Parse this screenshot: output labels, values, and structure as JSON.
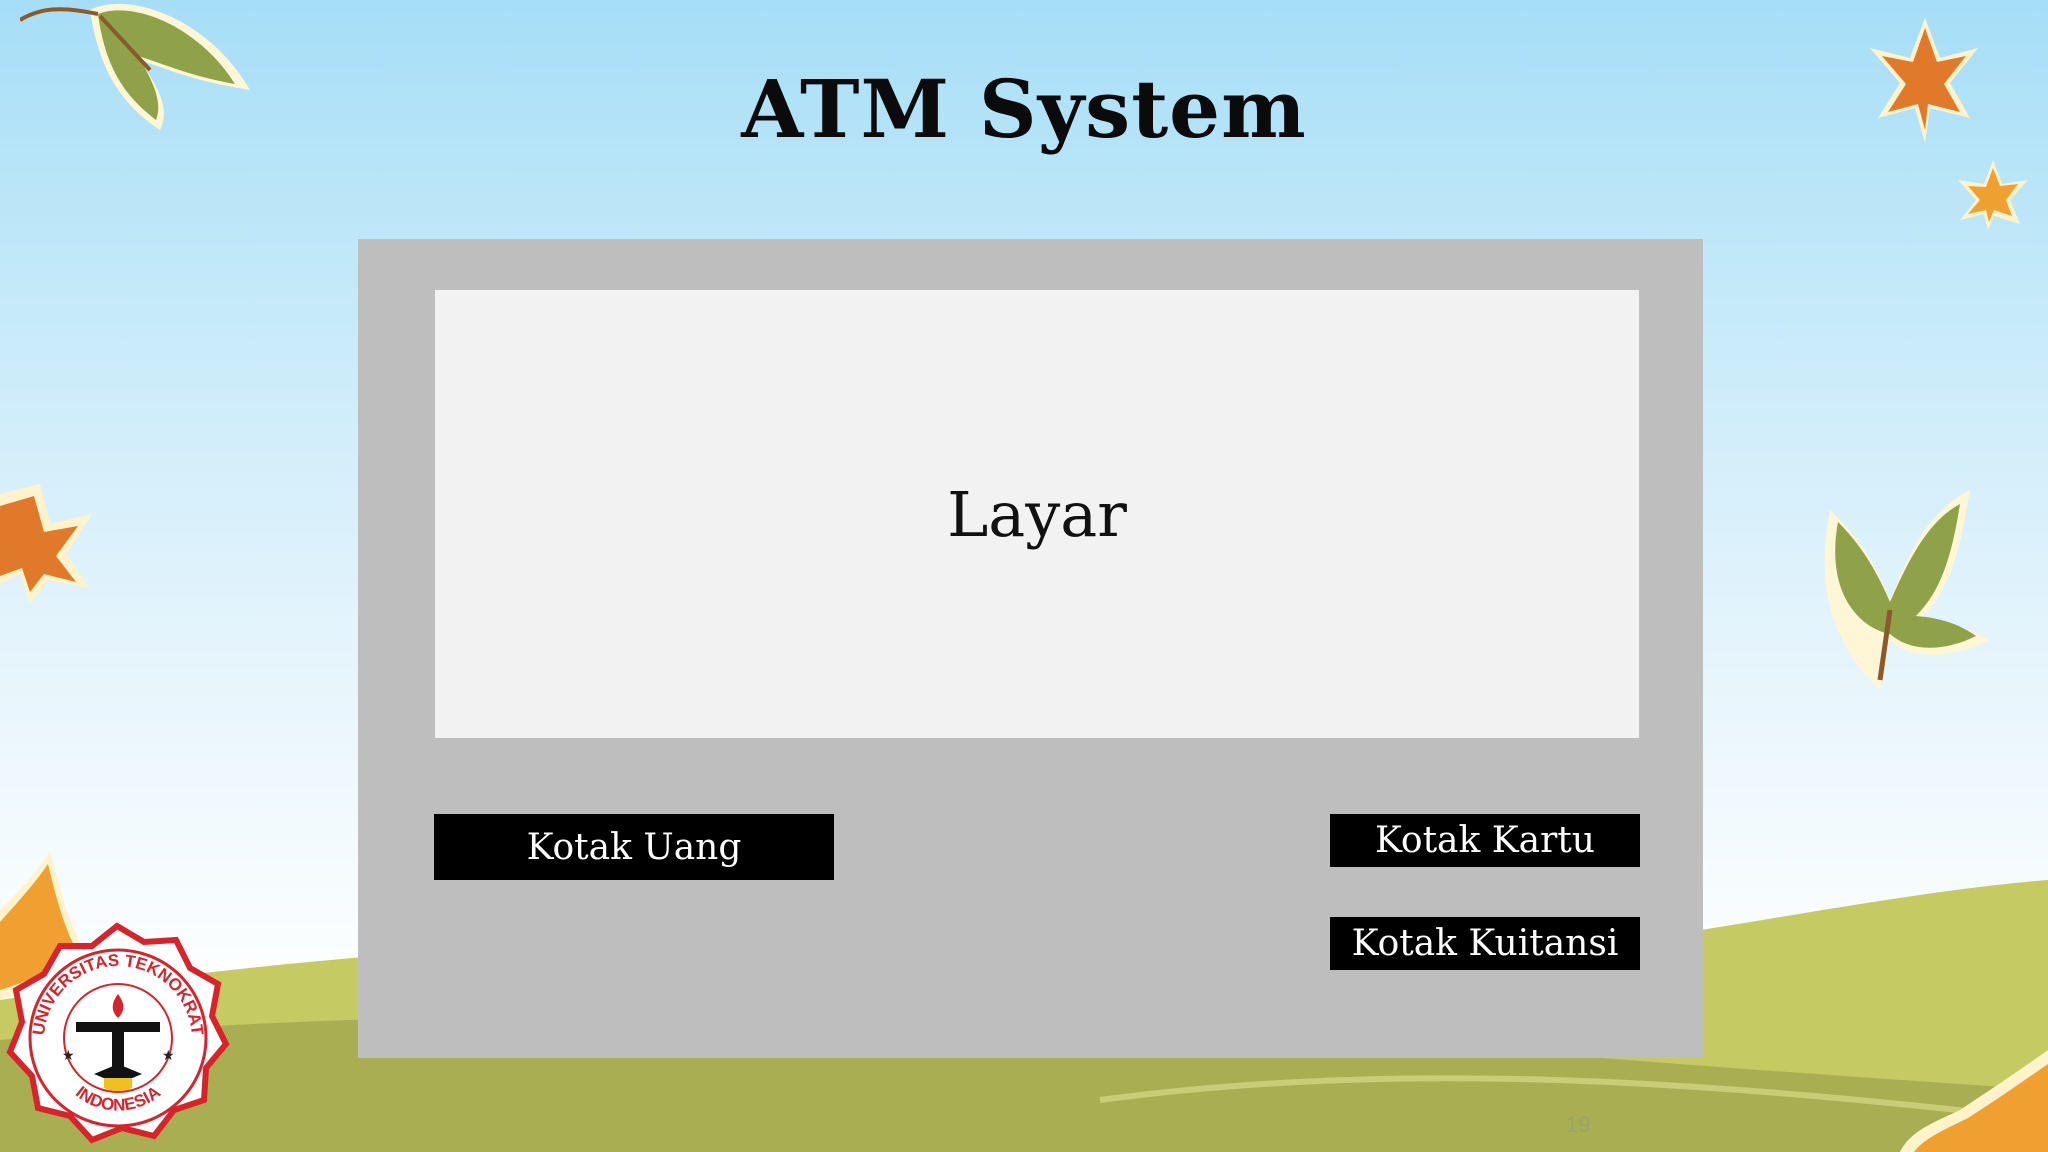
{
  "slide": {
    "title": "ATM System",
    "page_number": "19"
  },
  "atm": {
    "screen_label": "Layar",
    "slots": {
      "uang": "Kotak Uang",
      "kartu": "Kotak Kartu",
      "kuitansi": "Kotak Kuitansi"
    }
  },
  "logo": {
    "text_top": "UNIVERSITAS TEKNOKRAT",
    "text_bottom": "INDONESIA"
  },
  "colors": {
    "sky_top": "#a6def7",
    "hill_light": "#c5ca62",
    "hill_dark": "#aaae52",
    "atm_body": "#bfbebf",
    "screen": "#f3f2f3",
    "slot": "#000000",
    "slot_text": "#ffffff",
    "logo_red": "#d8232a"
  }
}
